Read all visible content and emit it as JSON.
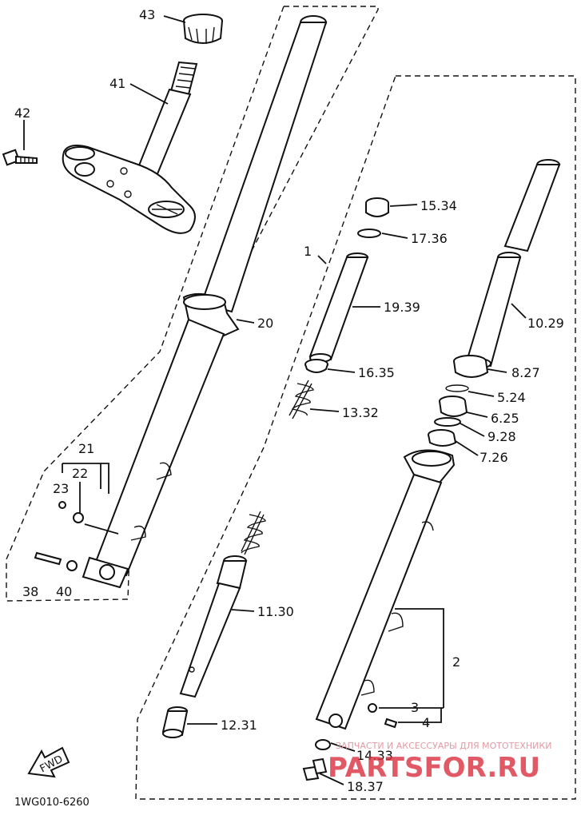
{
  "diagram": {
    "part_code": "1WG010-6260",
    "fwd_label": "FWD",
    "labels": {
      "p43": "43",
      "p41": "41",
      "p42": "42",
      "p20": "20",
      "p21": "21",
      "p22": "22",
      "p23": "23",
      "p38": "38",
      "p40": "40",
      "p1": "1",
      "p15_34": "15.34",
      "p17_36": "17.36",
      "p19_39": "19.39",
      "p16_35": "16.35",
      "p13_32": "13.32",
      "p11_30": "11.30",
      "p12_31": "12.31",
      "p10_29": "10.29",
      "p8_27": "8.27",
      "p5_24": "5.24",
      "p6_25": "6.25",
      "p9_28": "9.28",
      "p7_26": "7.26",
      "p2": "2",
      "p3": "3",
      "p4": "4",
      "p14_33": "14.33",
      "p18_37": "18.37"
    }
  },
  "watermark": {
    "tagline": "ЗАПЧАСТИ И АКСЕССУАРЫ ДЛЯ МОТОТЕХНИКИ",
    "brand": "PARTSFOR.RU"
  }
}
